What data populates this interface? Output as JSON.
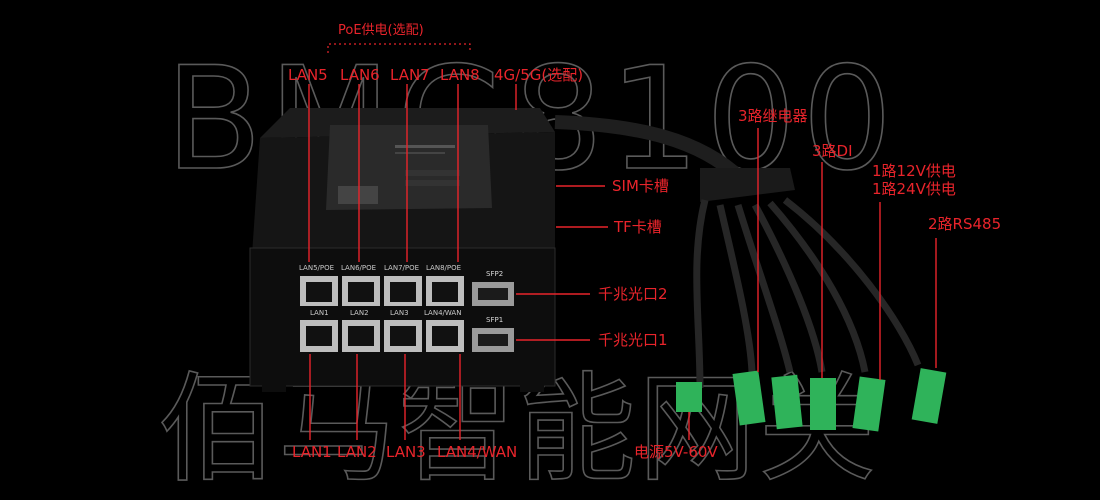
{
  "watermark": {
    "top": "BMG8100",
    "bottom": "佰马智能网关"
  },
  "device": {
    "top_port_labels": [
      "LAN5/POE",
      "LAN6/POE",
      "LAN7/POE",
      "LAN8/POE"
    ],
    "bottom_port_labels": [
      "LAN1",
      "LAN2",
      "LAN3",
      "LAN4/WAN"
    ],
    "sfp_labels": [
      "SFP2",
      "SFP1"
    ]
  },
  "callouts": {
    "poe": "PoE供电(选配)",
    "lan5": "LAN5",
    "lan6": "LAN6",
    "lan7": "LAN7",
    "lan8": "LAN8",
    "cellular": "4G/5G(选配)",
    "sim": "SIM卡槽",
    "tf": "TF卡槽",
    "sfp2": "千兆光口2",
    "sfp1": "千兆光口1",
    "lan1": "LAN1",
    "lan2": "LAN2",
    "lan3": "LAN3",
    "lan4": "LAN4/WAN",
    "power": "电源5V-60V",
    "relay": "3路继电器",
    "di": "3路DI",
    "supply_12v": "1路12V供电",
    "supply_24v": "1路24V供电",
    "rs485": "2路RS485"
  },
  "colors": {
    "accent": "#e8242b",
    "background": "#000000",
    "terminal": "#2fb35a"
  }
}
